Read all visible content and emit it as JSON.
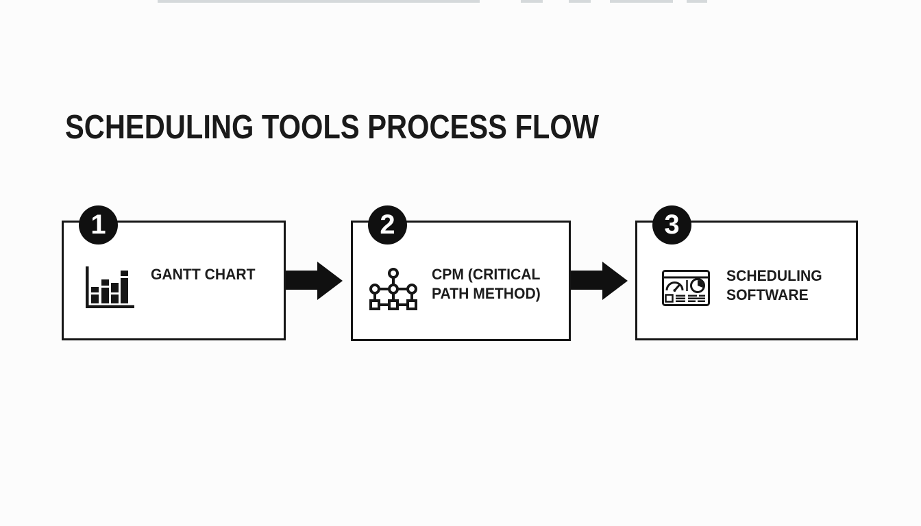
{
  "page": {
    "title": "SCHEDULING TOOLS PROCESS FLOW",
    "background": "#fcfcfc",
    "ink": "#161616",
    "badge_background": "#101010",
    "badge_text_color": "#ffffff"
  },
  "flow": {
    "steps": [
      {
        "number": "1",
        "label": "GANTT CHART",
        "lines": [
          "GANTT CHART"
        ],
        "icon": "gantt-chart-icon"
      },
      {
        "number": "2",
        "label": "CPM (CRITICAL PATH METHOD)",
        "lines": [
          "CPM (CRITICAL",
          "PATH METHOD)"
        ],
        "icon": "cpm-network-icon"
      },
      {
        "number": "3",
        "label": "SCHEDULING SOFTWARE",
        "lines": [
          "SCHEDULING",
          "SOFTWARE"
        ],
        "icon": "scheduling-software-icon"
      }
    ],
    "connector": "arrow-right"
  }
}
